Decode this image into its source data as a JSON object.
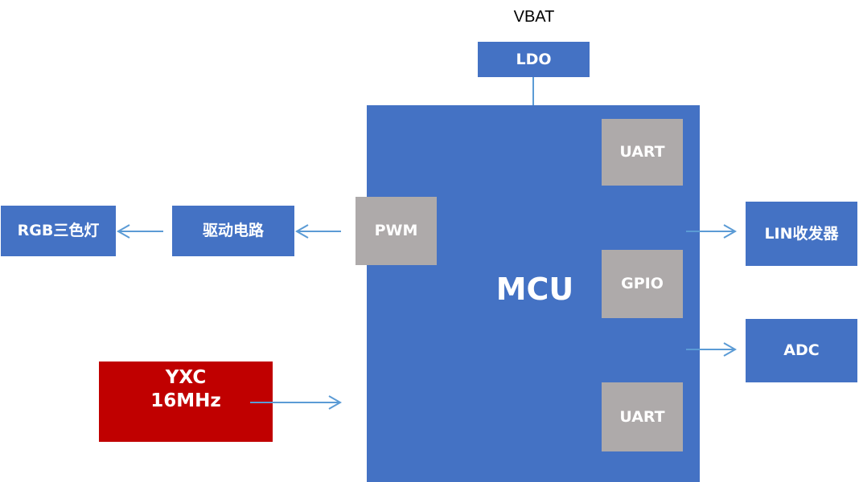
{
  "diagram": {
    "power_source": "VBAT",
    "blocks": {
      "ldo": "LDO",
      "mcu": "MCU",
      "uart_top": "UART",
      "pwm": "PWM",
      "gpio": "GPIO",
      "uart_bottom": "UART",
      "rgb_led": "RGB三色灯",
      "driver_circuit": "驱动电路",
      "lin_transceiver": "LIN收发器",
      "adc": "ADC",
      "crystal_line1": "YXC",
      "crystal_line2": "16MHz"
    },
    "colors": {
      "block_blue": "#4472c4",
      "peripheral_gray": "#aeaaaa",
      "crystal_red": "#c00000",
      "connector": "#5b9bd5"
    },
    "connections": [
      {
        "from": "ldo",
        "to": "mcu"
      },
      {
        "from": "pwm",
        "to": "driver_circuit"
      },
      {
        "from": "driver_circuit",
        "to": "rgb_led"
      },
      {
        "from": "mcu",
        "to": "lin_transceiver"
      },
      {
        "from": "mcu",
        "to": "adc"
      },
      {
        "from": "crystal",
        "to": "mcu"
      }
    ]
  }
}
